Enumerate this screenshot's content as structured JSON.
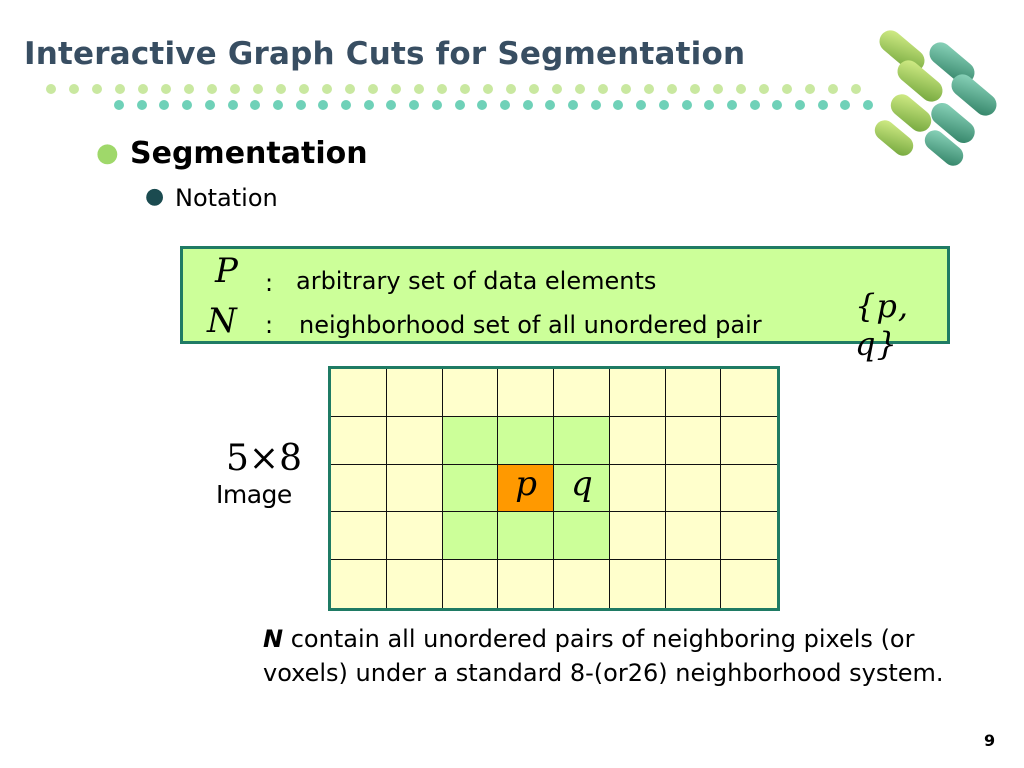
{
  "title": "Interactive Graph Cuts for Segmentation",
  "colors": {
    "title": "#384e62",
    "dot_light": "#c9e8a0",
    "dot_teal": "#6fd1b8",
    "box_fill": "#ccff99",
    "box_border": "#1f7b64",
    "grid_light": "#ffffcc",
    "grid_neighbor": "#ccff99",
    "grid_center": "#ff9900"
  },
  "bullets": {
    "level1_text": "Segmentation",
    "level2_text": "Notation"
  },
  "notation": {
    "p_symbol": "P",
    "p_colon": ":",
    "p_def": "arbitrary set of data elements",
    "n_symbol": "N",
    "n_colon": ":",
    "n_def": "neighborhood set of all unordered pair",
    "pair": "{p, q}"
  },
  "image_grid": {
    "dims": "5×8",
    "label": "Image",
    "rows": 5,
    "cols": 8,
    "center": {
      "row": 2,
      "col": 3,
      "label": "p"
    },
    "neighbor_label": "q",
    "neighbor_label_cell": {
      "row": 2,
      "col": 4
    }
  },
  "caption": {
    "symbol": "N",
    "text": "contain all unordered pairs of neighboring pixels (or voxels) under a standard 8-(or26) neighborhood system."
  },
  "page_number": "9"
}
